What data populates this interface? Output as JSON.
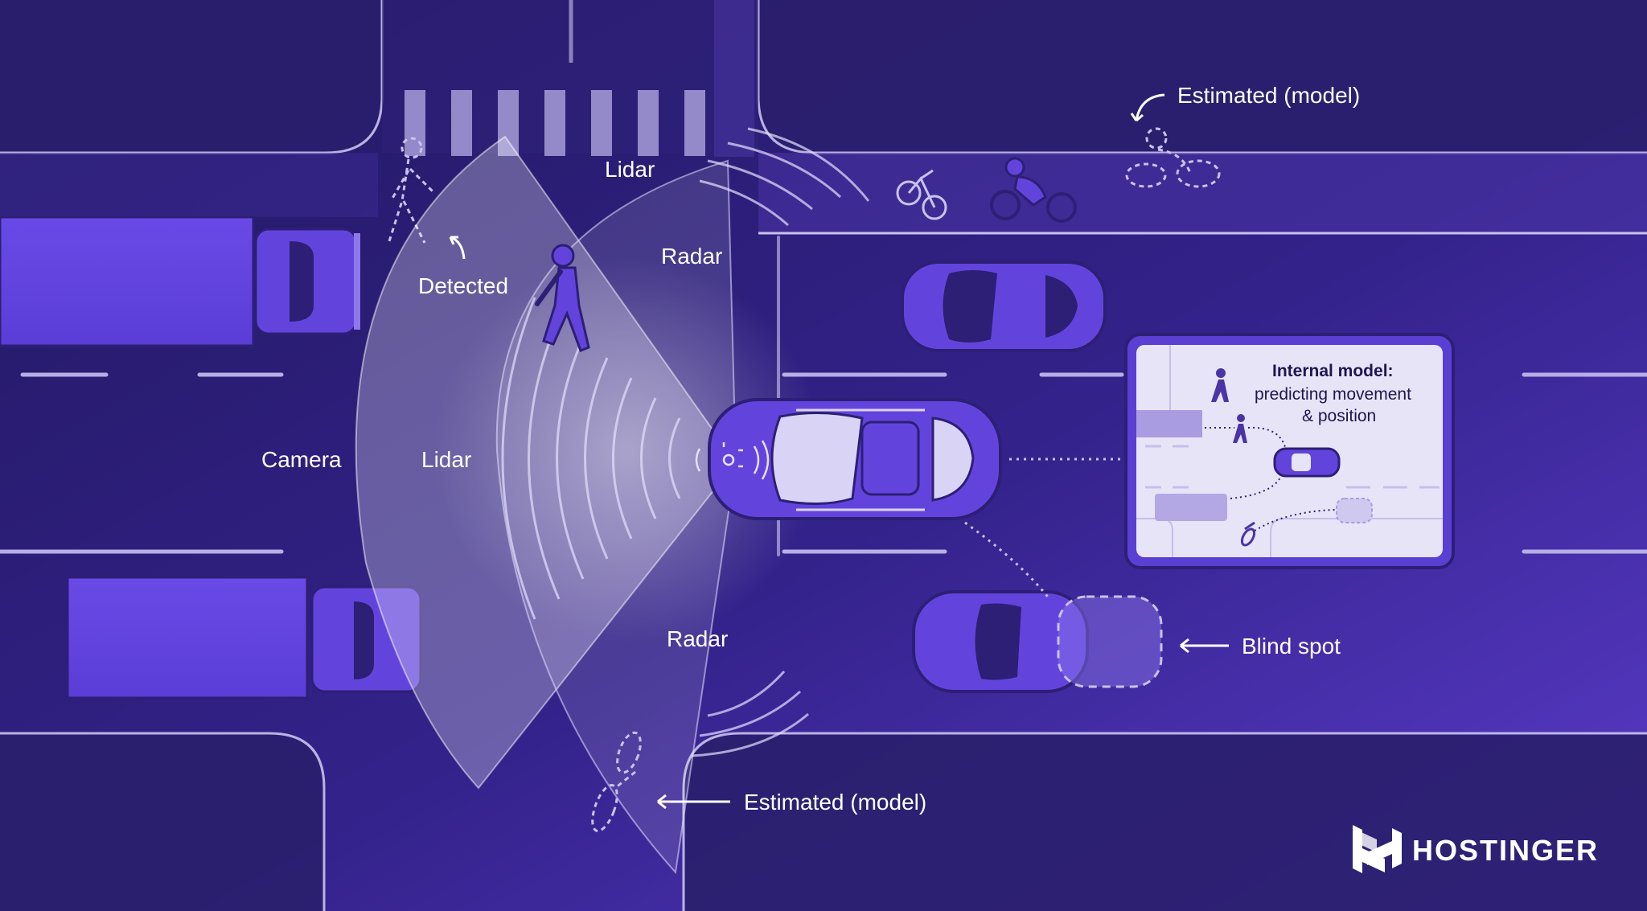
{
  "labels": {
    "lidar_top": "Lidar",
    "radar_top": "Radar",
    "detected": "Detected",
    "camera": "Camera",
    "lidar_left": "Lidar",
    "radar_bottom": "Radar",
    "estimated_top": "Estimated (model)",
    "estimated_bottom": "Estimated (model)",
    "blind_spot": "Blind spot"
  },
  "inset": {
    "title": "Internal model:",
    "subtitle_line1": "predicting movement",
    "subtitle_line2": "& position"
  },
  "brand": {
    "name": "HOSTINGER"
  },
  "icons": {
    "sensor": "sensor-icon",
    "logo": "hostinger-logo-icon"
  },
  "colors": {
    "background": "#2a1c6e",
    "road_line": "#c9c2ee",
    "vehicle": "#6244dd",
    "vehicle_dark": "#2d1f75",
    "vehicle_window": "#d9d3f5",
    "sensor_cone": "#ffffff",
    "inset_bg": "#e8e4f8"
  }
}
